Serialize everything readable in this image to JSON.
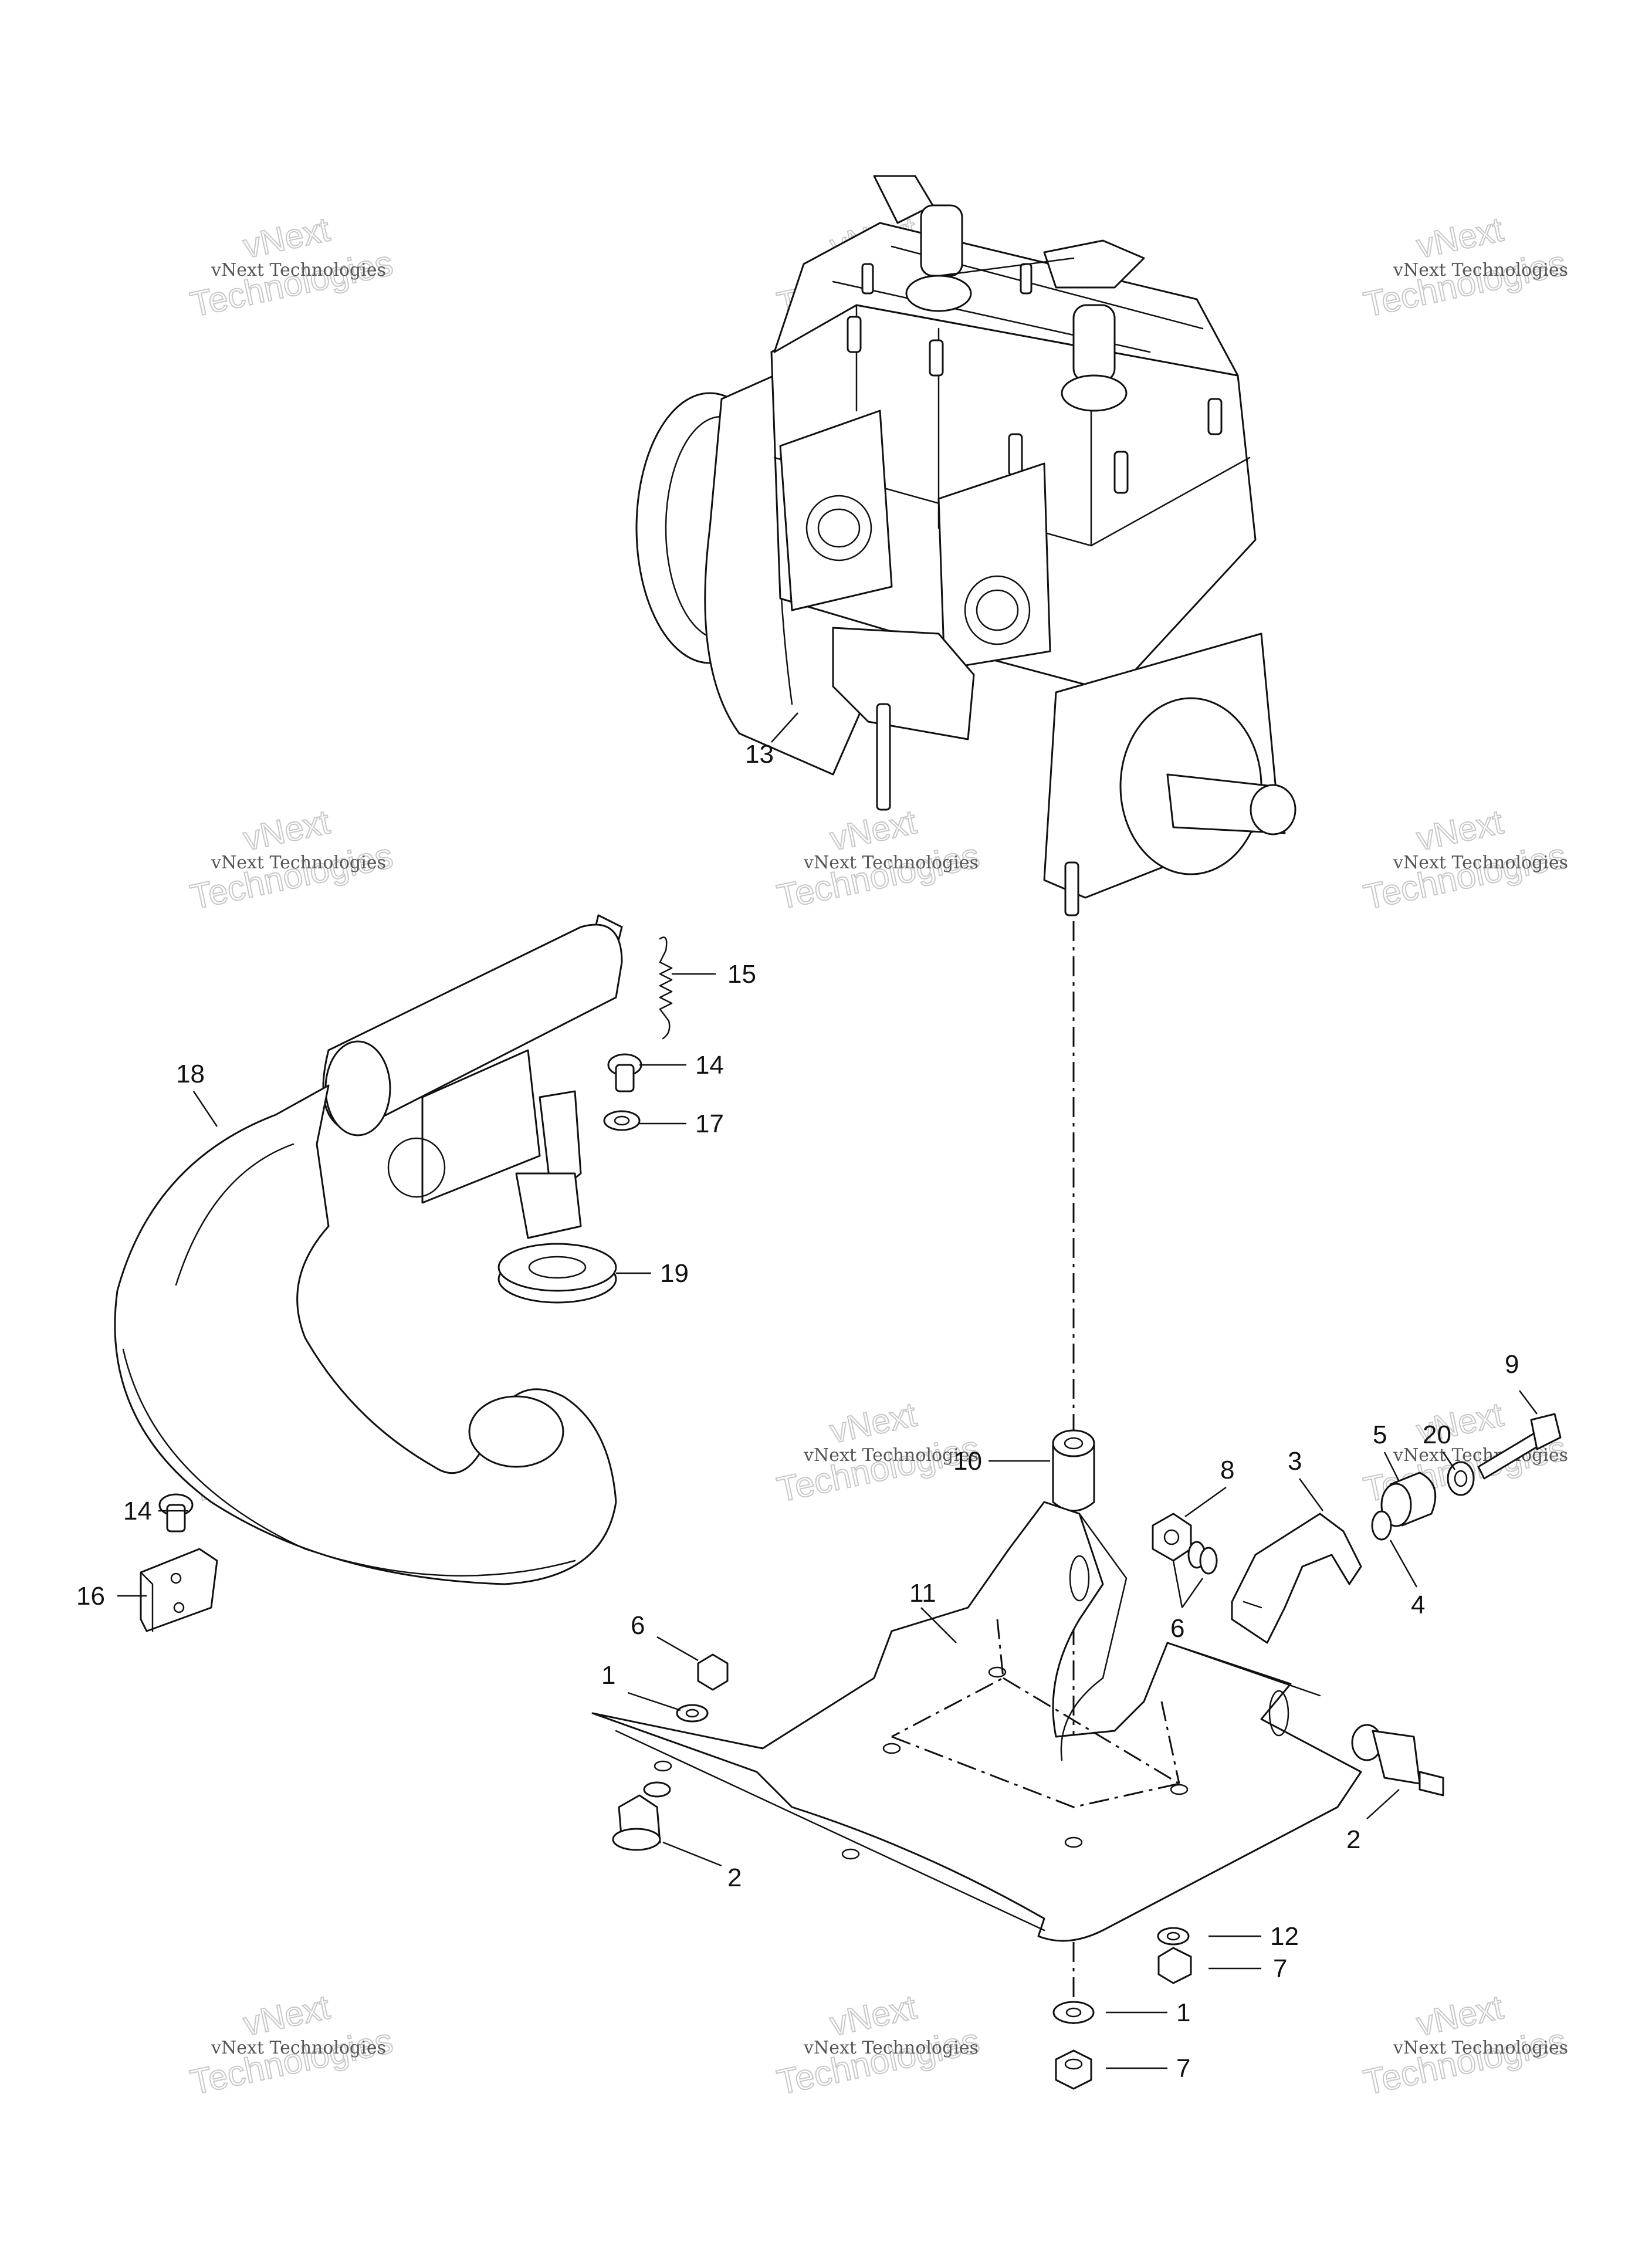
{
  "watermark": {
    "line1": "vNext Technologies",
    "line2": "Technologies",
    "brand": "vNext"
  },
  "callouts": [
    {
      "id": "c13",
      "label": "13"
    },
    {
      "id": "c15",
      "label": "15"
    },
    {
      "id": "c14a",
      "label": "14"
    },
    {
      "id": "c18",
      "label": "18"
    },
    {
      "id": "c17",
      "label": "17"
    },
    {
      "id": "c19",
      "label": "19"
    },
    {
      "id": "c9",
      "label": "9"
    },
    {
      "id": "c20",
      "label": "20"
    },
    {
      "id": "c5",
      "label": "5"
    },
    {
      "id": "c10",
      "label": "10"
    },
    {
      "id": "c8",
      "label": "8"
    },
    {
      "id": "c3",
      "label": "3"
    },
    {
      "id": "c14b",
      "label": "14"
    },
    {
      "id": "c4",
      "label": "4"
    },
    {
      "id": "c11",
      "label": "11"
    },
    {
      "id": "c16",
      "label": "16"
    },
    {
      "id": "c6a",
      "label": "6"
    },
    {
      "id": "c6b",
      "label": "6"
    },
    {
      "id": "c1a",
      "label": "1"
    },
    {
      "id": "c2a",
      "label": "2"
    },
    {
      "id": "c2b",
      "label": "2"
    },
    {
      "id": "c12",
      "label": "12"
    },
    {
      "id": "c7a",
      "label": "7"
    },
    {
      "id": "c1b",
      "label": "1"
    },
    {
      "id": "c7b",
      "label": "7"
    }
  ]
}
